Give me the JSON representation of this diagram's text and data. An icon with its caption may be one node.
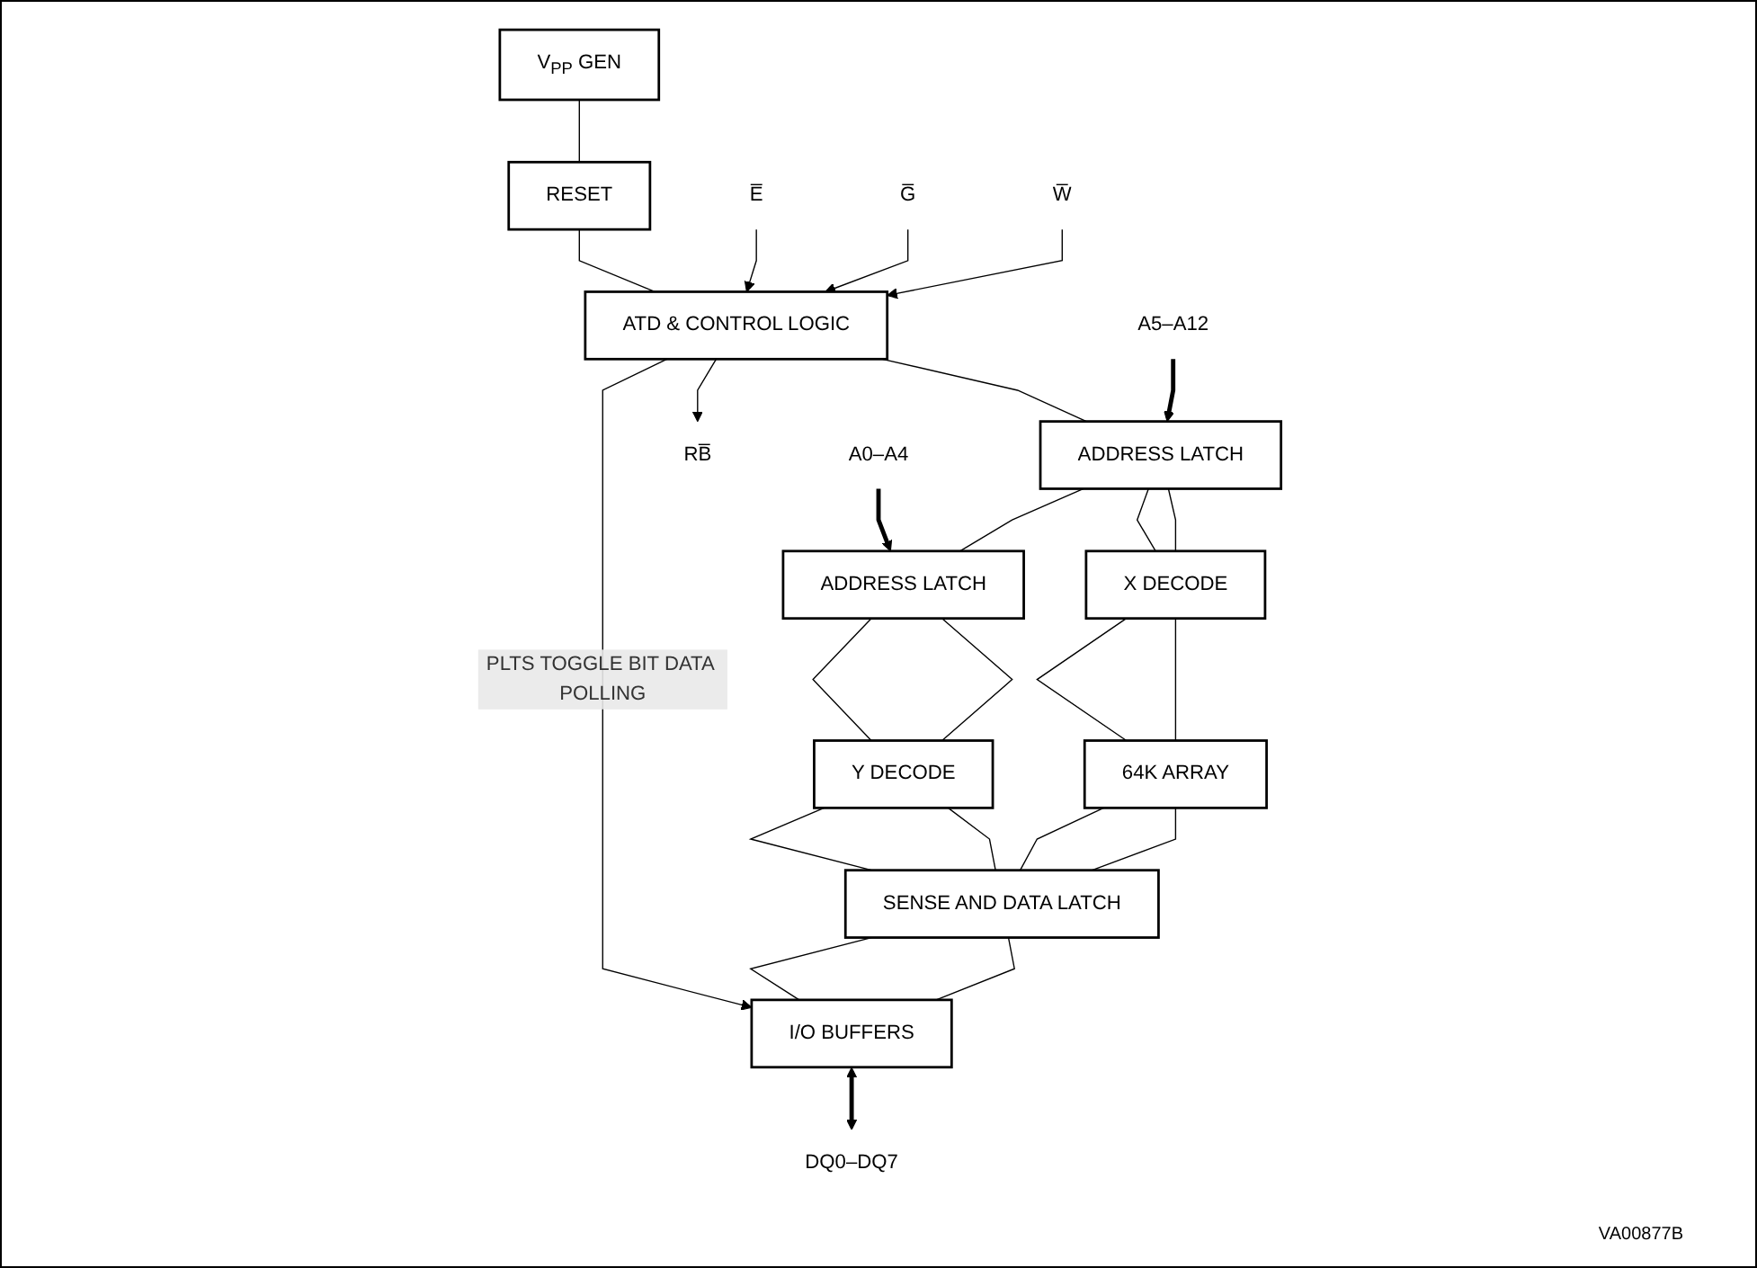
{
  "diagram": {
    "nodes": [
      {
        "text": [
          "V$_{PP}$ GEN"
        ]
      },
      {
        "text": [
          "RESET"
        ]
      },
      {
        "text": [
          "ATD & CONTROL LOGIC"
        ]
      },
      {
        "text": [
          "ADDRESS LATCH"
        ]
      },
      {
        "text": [
          "X DECODE"
        ]
      },
      {
        "text": [
          "64K ARRAY"
        ]
      },
      {
        "text": [
          "ADDRESS LATCH"
        ]
      },
      {
        "text": [
          "Y DECODE"
        ]
      },
      {
        "text": [
          "SENSE AND DATA LATCH"
        ]
      },
      {
        "text": [
          "I/O BUFFERS"
        ]
      },
      {
        "text": [
          "RB̅"
        ]
      },
      {
        "text": [
          "E̅"
        ]
      },
      {
        "text": [
          "G̅"
        ]
      },
      {
        "text": [
          "W̅"
        ]
      },
      {
        "text": [
          "A5–A12"
        ]
      },
      {
        "text": [
          "A0–A4"
        ]
      },
      {
        "text": [
          "DQ0–DQ7"
        ]
      }
    ],
    "edges": [
      {
        "from": 0,
        "to": 1,
        "arrow": "none"
      },
      {
        "from": 1,
        "to": 2,
        "arrow": "none"
      },
      {
        "from": 2,
        "to": 10,
        "arrow": "to"
      },
      {
        "from": 11,
        "to": 2,
        "arrow": "to"
      },
      {
        "from": 12,
        "to": 2,
        "arrow": "to"
      },
      {
        "from": 13,
        "to": 2,
        "arrow": "to"
      },
      {
        "from": 2,
        "to": 3,
        "arrow": "none"
      },
      {
        "from": 2,
        "to": 9,
        "arrow": "to",
        "label": "PLTS TOGGLE BIT DATA POLLING"
      },
      {
        "from": 14,
        "to": 3,
        "arrow": "to",
        "style": "thick"
      },
      {
        "from": 15,
        "to": 6,
        "arrow": "to",
        "style": "thick"
      },
      {
        "from": 3,
        "to": 6,
        "arrow": "none"
      },
      {
        "from": 3,
        "to": 4,
        "arrow": "none"
      },
      {
        "from": 3,
        "to": 4,
        "arrow": "none"
      },
      {
        "from": 4,
        "to": 5,
        "arrow": "none"
      },
      {
        "from": 4,
        "to": 5,
        "arrow": "none"
      },
      {
        "from": 6,
        "to": 7,
        "arrow": "none"
      },
      {
        "from": 6,
        "to": 7,
        "arrow": "none"
      },
      {
        "from": 7,
        "to": 8,
        "arrow": "none"
      },
      {
        "from": 7,
        "to": 8,
        "arrow": "none"
      },
      {
        "from": 5,
        "to": 8,
        "arrow": "none"
      },
      {
        "from": 5,
        "to": 8,
        "arrow": "none"
      },
      {
        "from": 8,
        "to": 9,
        "arrow": "none"
      },
      {
        "from": 8,
        "to": 9,
        "arrow": "none"
      },
      {
        "from": 9,
        "to": 16,
        "arrow": "both",
        "style": "thick"
      }
    ],
    "labels": [
      "VA00877B"
    ]
  }
}
